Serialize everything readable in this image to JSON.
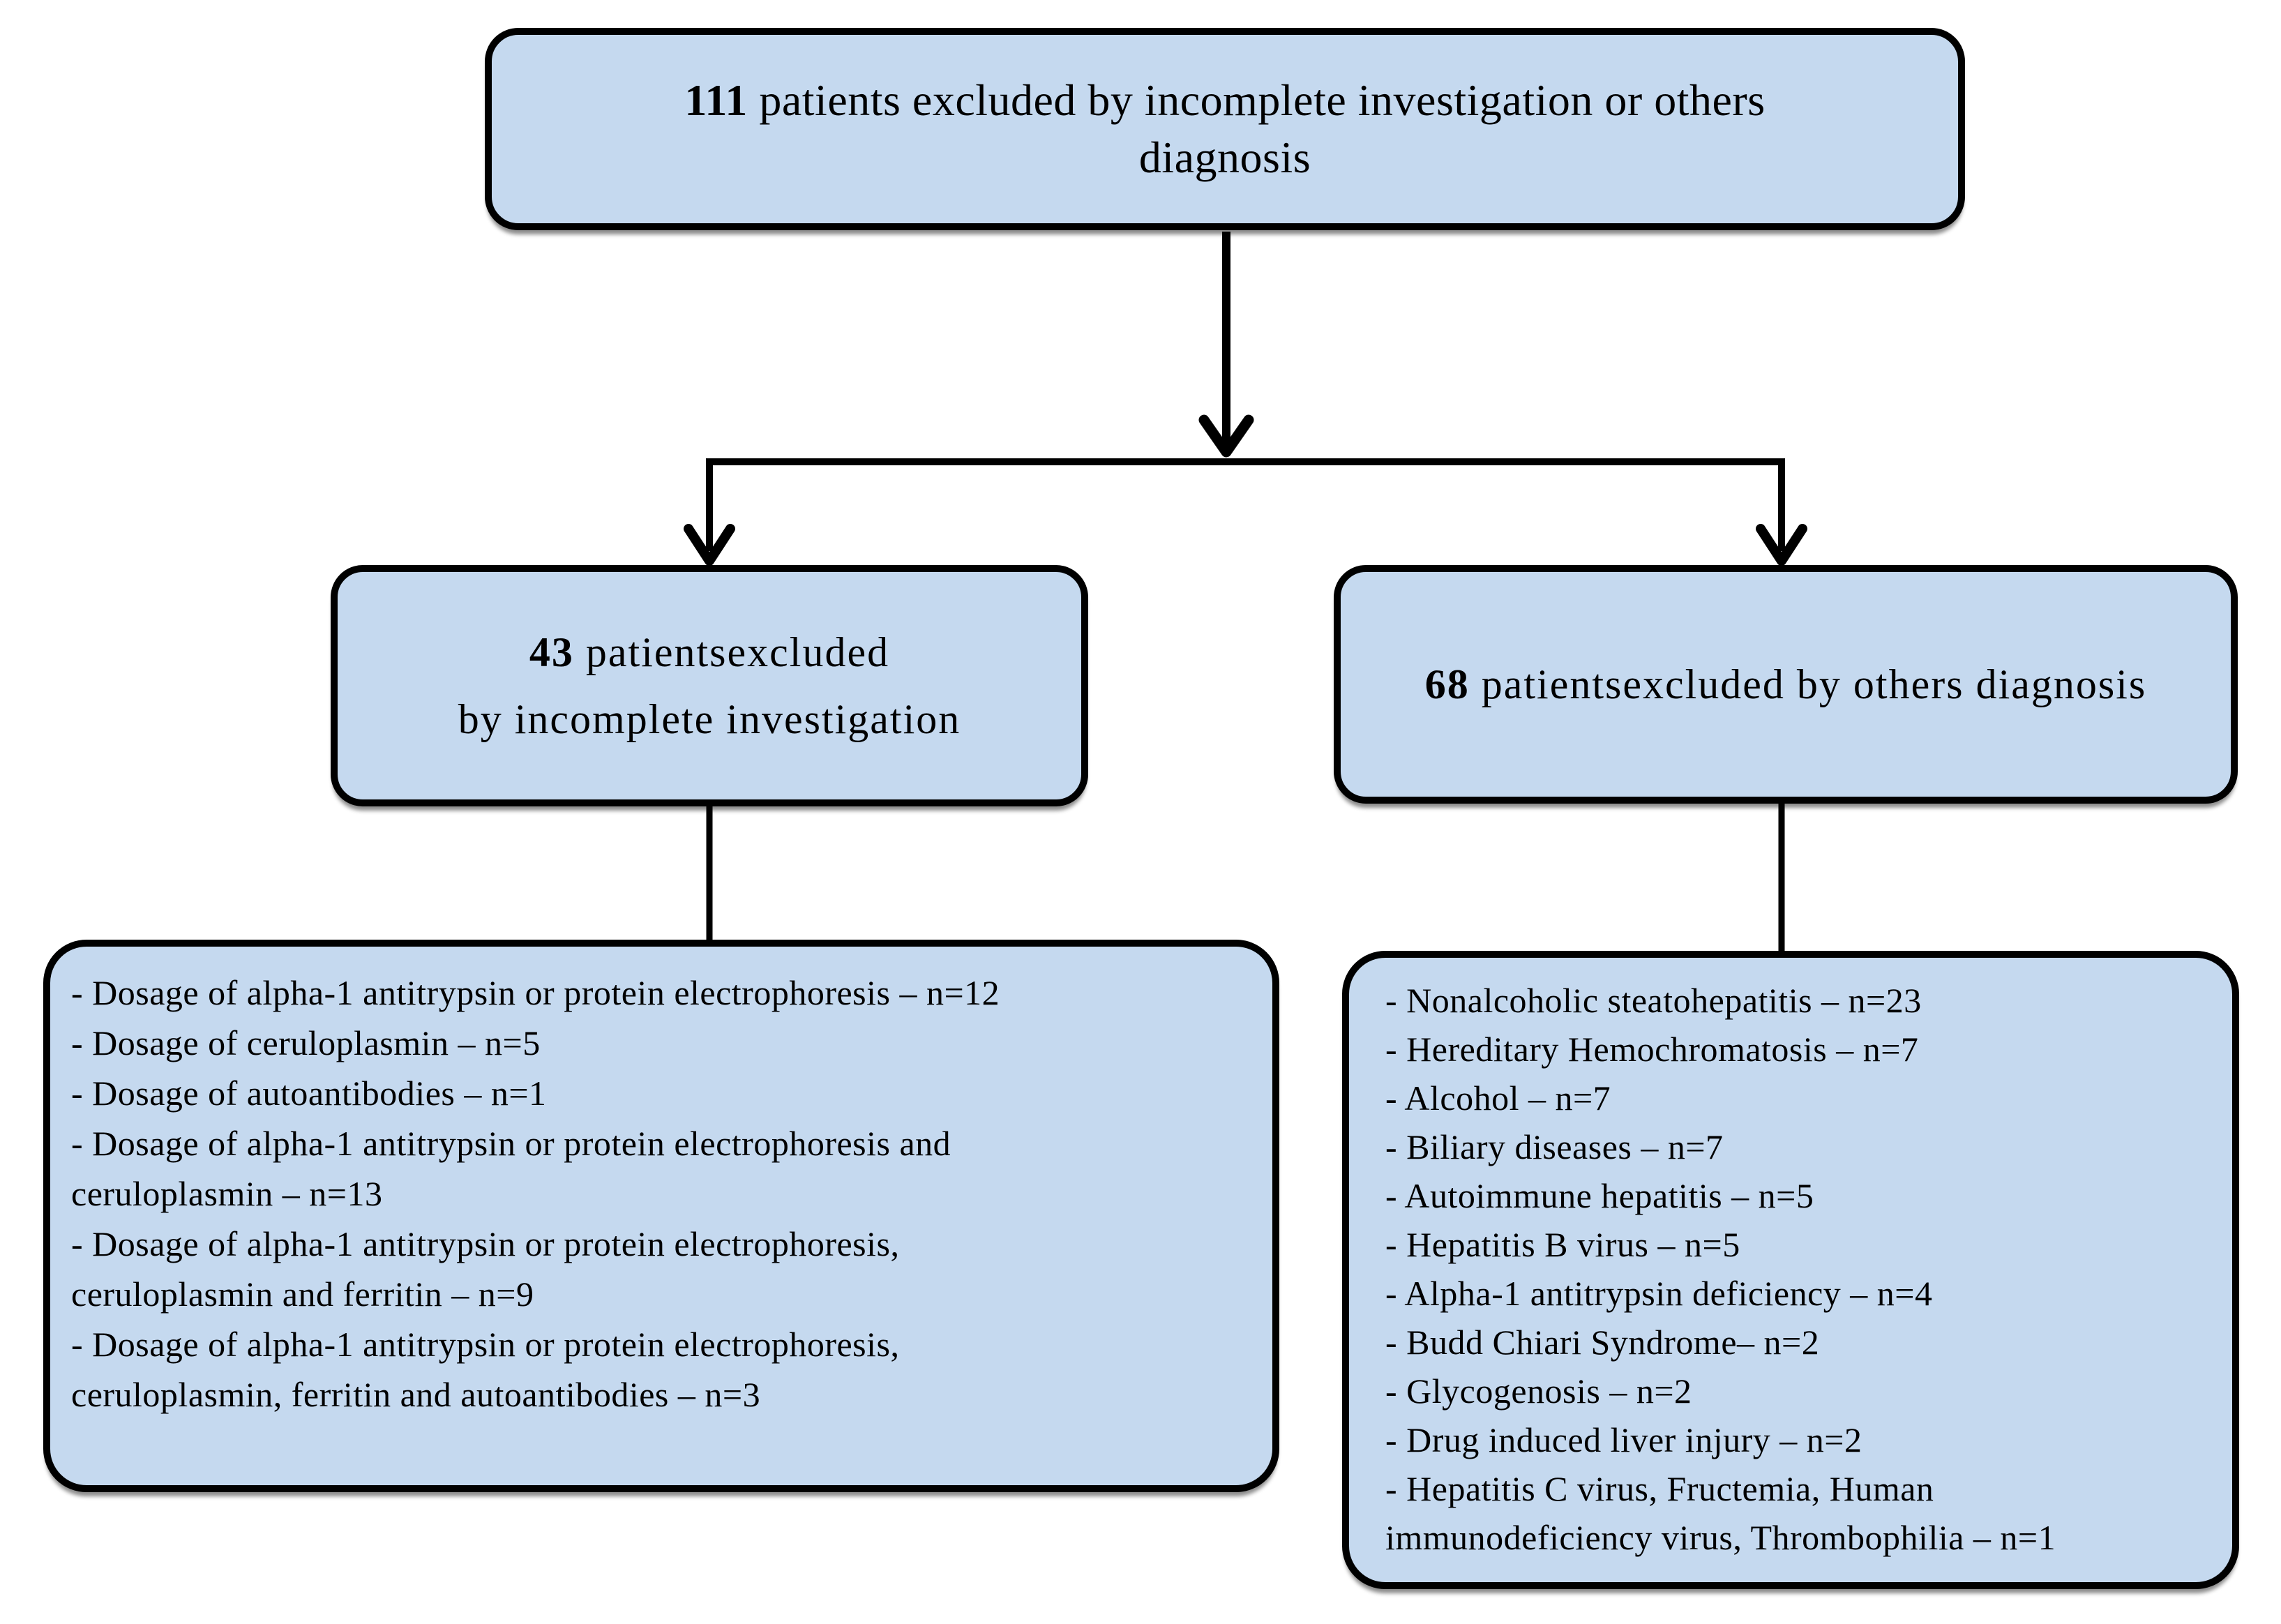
{
  "colors": {
    "box_fill": "#C5D9EF",
    "box_border": "#000000",
    "line": "#000000",
    "page_bg": "#FFFFFF",
    "text": "#000000"
  },
  "root_box": {
    "count": "111",
    "line1_rest": " patients excluded by incomplete investigation or others",
    "line2": "diagnosis"
  },
  "left_box": {
    "count": "43",
    "line1_rest": " patientsexcluded",
    "line2": "by incomplete investigation"
  },
  "right_box": {
    "count": "68",
    "rest": " patientsexcluded by others diagnosis"
  },
  "left_detail_box": {
    "lines": [
      "- Dosage of alpha-1 antitrypsin or protein electrophoresis – n=12",
      "- Dosage of ceruloplasmin – n=5",
      "- Dosage of autoantibodies – n=1",
      "- Dosage of alpha-1 antitrypsin or protein electrophoresis and",
      "ceruloplasmin – n=13",
      "- Dosage of alpha-1 antitrypsin or protein electrophoresis,",
      "ceruloplasmin and ferritin – n=9",
      "- Dosage of alpha-1 antitrypsin or protein electrophoresis,",
      "ceruloplasmin, ferritin and autoantibodies – n=3"
    ]
  },
  "right_detail_box": {
    "lines": [
      "- Nonalcoholic steatohepatitis – n=23",
      "- Hereditary Hemochromatosis – n=7",
      "- Alcohol – n=7",
      "- Biliary diseases – n=7",
      "- Autoimmune hepatitis – n=5",
      "- Hepatitis B virus – n=5",
      "- Alpha-1 antitrypsin deficiency – n=4",
      "- Budd Chiari Syndrome– n=2",
      "- Glycogenosis – n=2",
      "- Drug induced liver injury – n=2",
      "- Hepatitis C virus, Fructemia, Human",
      "immunodeficiency virus, Thrombophilia – n=1"
    ]
  }
}
